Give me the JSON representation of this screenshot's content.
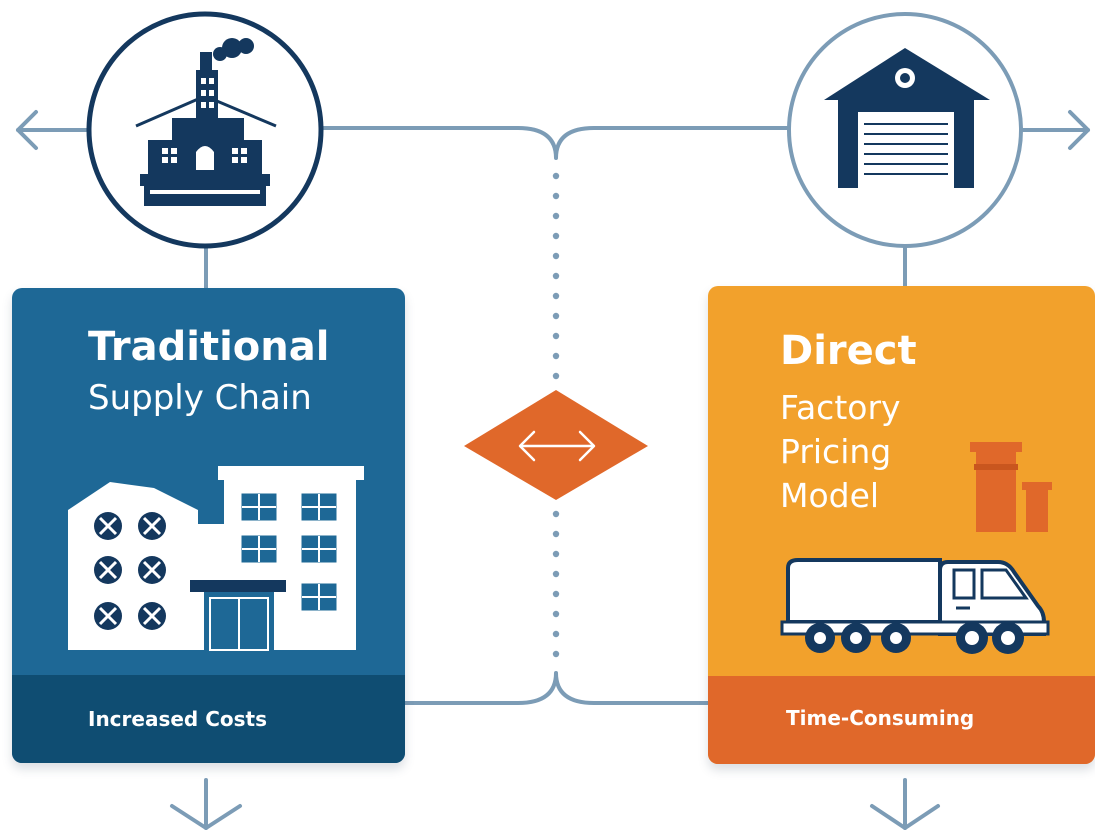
{
  "traditional": {
    "title": "Traditional",
    "subtitle": "Supply Chain",
    "footer": "Increased Costs"
  },
  "direct": {
    "title": "Direct",
    "subtitle": "Factory\nPricing\nModel",
    "footer": "Time-Consuming"
  },
  "colors": {
    "blue_panel": "#1e6896",
    "blue_footer": "#0f4d72",
    "orange_panel": "#f2a12c",
    "orange_footer": "#e0682a",
    "navy_icon": "#14385e",
    "connector_line": "#7c9cb6"
  },
  "icons": [
    "factory-icon",
    "warehouse-icon",
    "exchange-icon",
    "building-icon",
    "truck-icon",
    "containers-icon"
  ]
}
